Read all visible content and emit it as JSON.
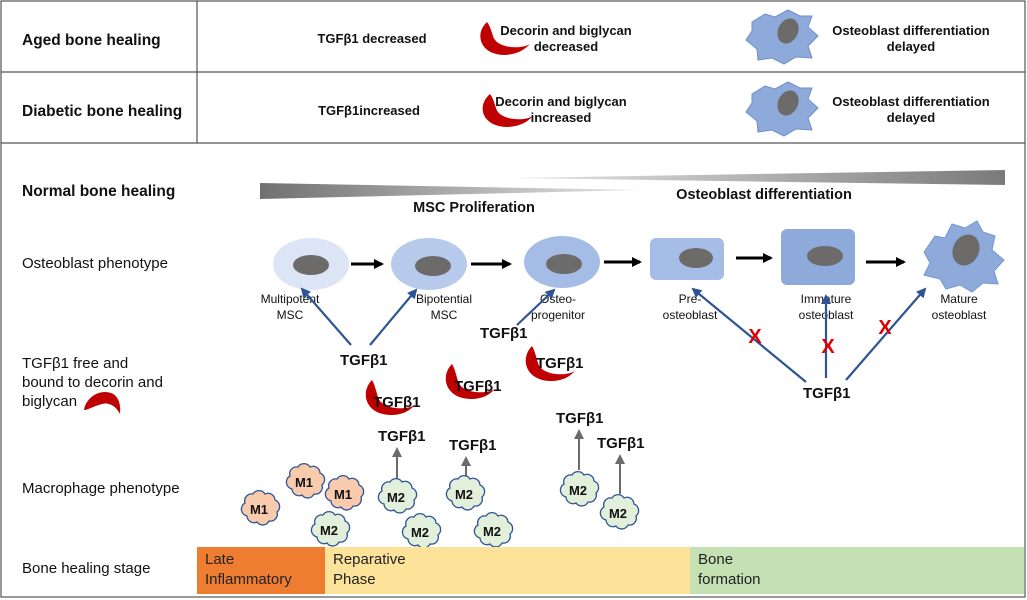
{
  "rows": {
    "aged": {
      "label": "Aged bone healing",
      "tgf": "TGFβ1 decreased",
      "decorin": [
        "Decorin and biglycan",
        "decreased"
      ],
      "osteo": [
        "Osteoblast differentiation",
        "delayed"
      ]
    },
    "diabetic": {
      "label": "Diabetic bone healing",
      "tgf": "TGFβ1increased",
      "decorin": [
        "Decorin and biglycan",
        "increased"
      ],
      "osteo": [
        "Osteoblast differentiation",
        "delayed"
      ]
    },
    "normal": {
      "label": "Normal bone healing"
    }
  },
  "left_labels": {
    "osteoblast_phenotype": "Osteoblast phenotype",
    "tgf_free": [
      "TGFβ1 free and",
      "bound to decorin and",
      "biglycan"
    ],
    "macrophage_phenotype": "Macrophage phenotype",
    "bone_healing_stage": "Bone healing stage"
  },
  "gradients": {
    "msc": "MSC Proliferation",
    "osteo": "Osteoblast differentiation"
  },
  "cells": [
    [
      "Multipotent",
      "MSC"
    ],
    [
      "Bipotential",
      "MSC"
    ],
    [
      "Osteo-",
      "progenitor"
    ],
    [
      "Pre-",
      "osteoblast"
    ],
    [
      "Immature",
      "osteoblast"
    ],
    [
      "Mature",
      "osteoblast"
    ]
  ],
  "tgf_label": "TGFβ1",
  "inhibit_mark": "X",
  "macrophages": {
    "m1": "M1",
    "m2": "M2"
  },
  "stages": [
    {
      "label": [
        "Late",
        "Inflammatory"
      ],
      "color": "#ef7d31"
    },
    {
      "label": [
        "Reparative",
        "Phase"
      ],
      "color": "#fde39a"
    },
    {
      "label": [
        "Bone",
        "formation"
      ],
      "color": "#c5e0b3"
    }
  ],
  "colors": {
    "arrow_blue": "#2f5496",
    "decorin_red": "#c00000",
    "cell_blue": "#8eaadb",
    "nucleus": "#6d6a6a",
    "m1_fill": "#f8cbad",
    "m2_fill": "#e2efda",
    "gray_arrow": "#6b6b6b",
    "inhibit_red": "#e00000"
  }
}
